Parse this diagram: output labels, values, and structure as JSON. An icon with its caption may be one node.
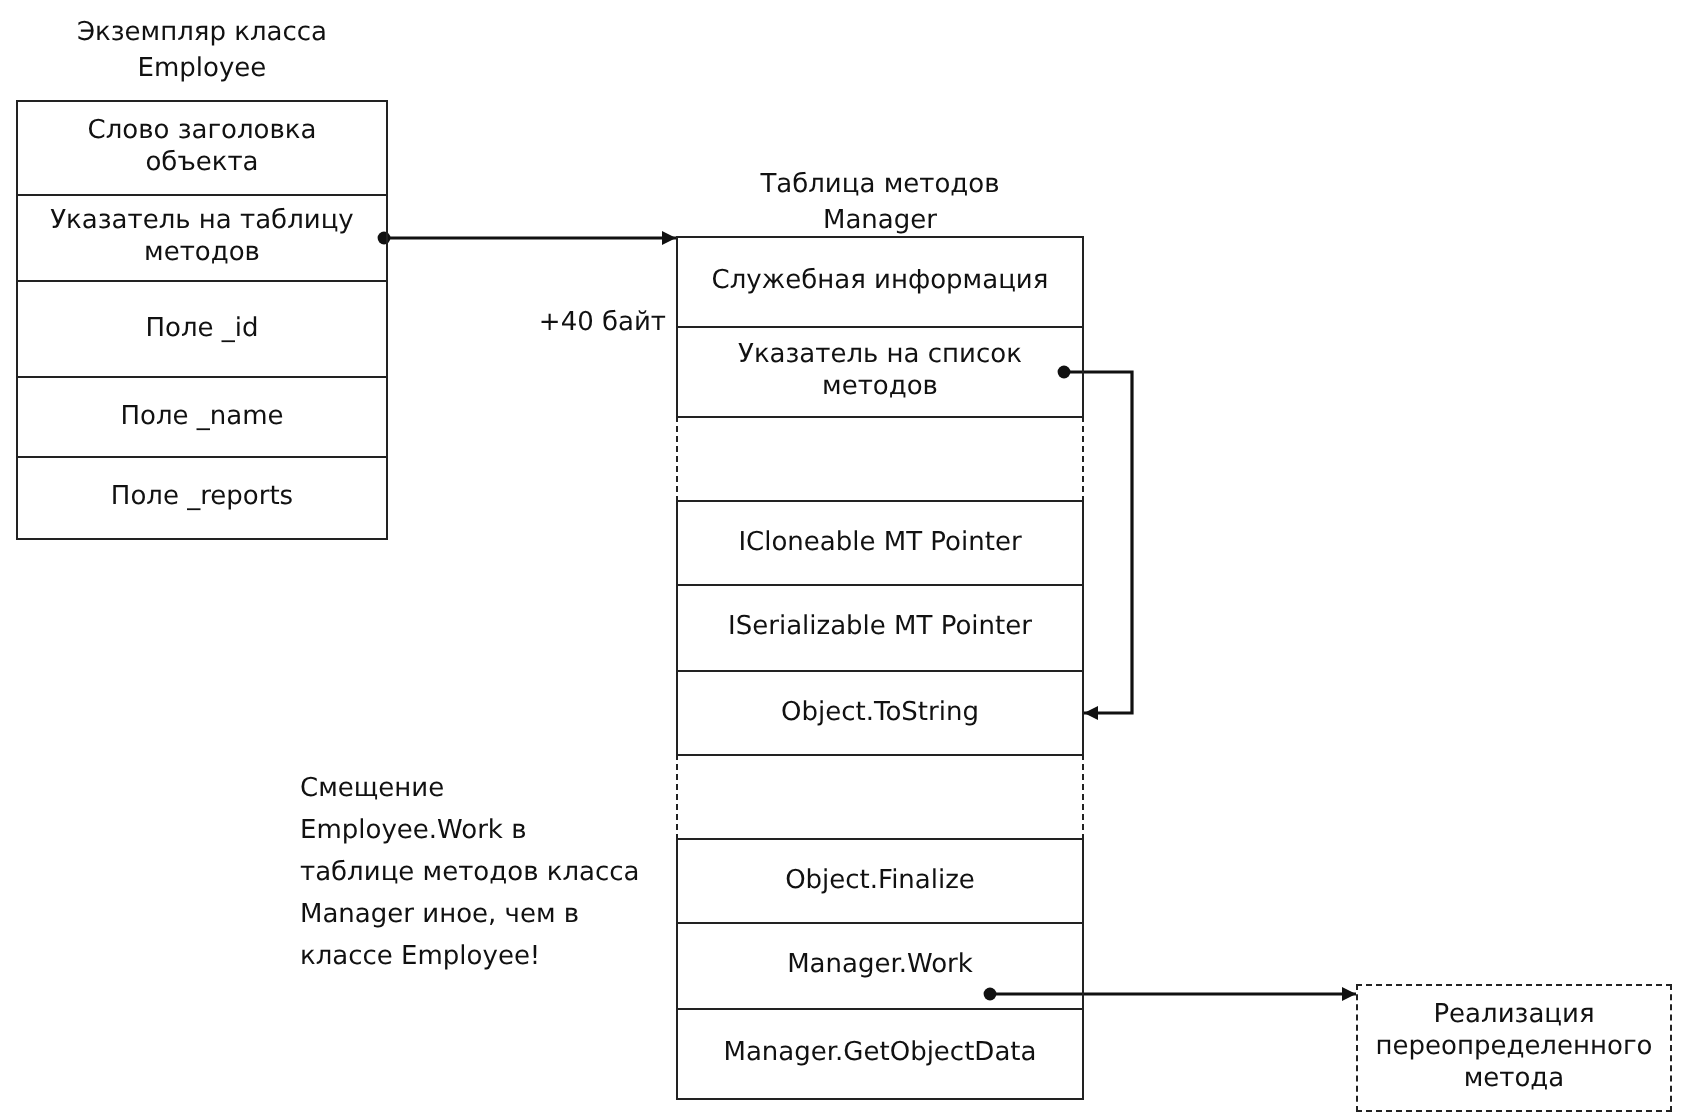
{
  "diagram": {
    "nodes": [
      {
        "text": [
          "Экземпляр класса Employee"
        ]
      },
      {
        "text": [
          "Слово заголовка объекта"
        ],
        "in": 0
      },
      {
        "text": [
          "Указатель на таблицу методов"
        ],
        "in": 0
      },
      {
        "text": [
          "Поле _id"
        ],
        "in": 0
      },
      {
        "text": [
          "Поле _name"
        ],
        "in": 0
      },
      {
        "text": [
          "Поле _reports"
        ],
        "in": 0
      },
      {
        "text": [
          "Таблица методов Manager"
        ]
      },
      {
        "text": [
          "Служебная информация"
        ],
        "in": 6
      },
      {
        "text": [
          "Указатель на список методов"
        ],
        "in": 6,
        "beside": [
          "+40 байт"
        ]
      },
      {
        "text": [],
        "shape": "box",
        "in": 6
      },
      {
        "text": [
          "ICloneable MT Pointer"
        ],
        "in": 6
      },
      {
        "text": [
          "ISerializable MT Pointer"
        ],
        "in": 6
      },
      {
        "text": [
          "Object.ToString"
        ],
        "in": 6
      },
      {
        "text": [],
        "shape": "box",
        "in": 6
      },
      {
        "text": [
          "Object.Finalize"
        ],
        "in": 6
      },
      {
        "text": [
          "Manager.Work"
        ],
        "in": 6
      },
      {
        "text": [
          "Manager.GetObjectData"
        ],
        "in": 6
      },
      {
        "text": [
          "Реализация переопределенного метода"
        ]
      }
    ],
    "edges": [
      {
        "from": 2,
        "to": 6,
        "arrow": "to"
      },
      {
        "from": 8,
        "to": 12,
        "arrow": "to"
      },
      {
        "from": 15,
        "to": 17,
        "arrow": "to"
      }
    ],
    "labels": [
      "Смещение Employee.Work в таблице методов класса Manager иное, чем в классе Employee!"
    ]
  }
}
